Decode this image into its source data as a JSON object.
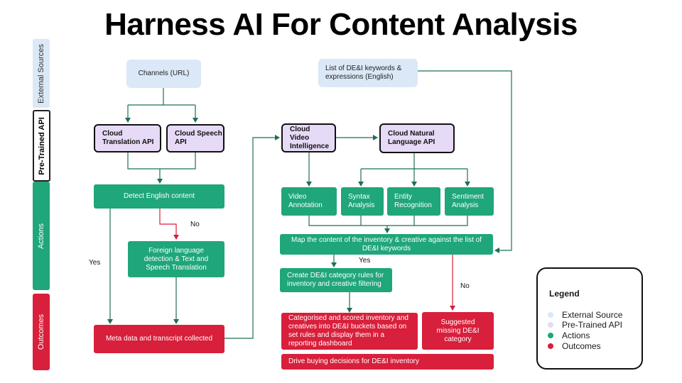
{
  "title": "Harness AI For Content Analysis",
  "lanes": {
    "external": "External Sources",
    "api": "Pre-Trained API",
    "actions": "Actions",
    "outcomes": "Outcomes"
  },
  "nodes": {
    "channels": "Channels (URL)",
    "keywords": "List of DE&I keywords & expressions (English)",
    "translation_api": "Cloud Translation API",
    "speech_api": "Cloud Speech API",
    "video_intelligence": "Cloud Video Intelligence",
    "natural_language_api": "Cloud Natural Language API",
    "detect_english": "Detect English content",
    "foreign_language": "Foreign language detection & Text and Speech Translation",
    "video_annotation": "Video Annotation",
    "syntax_analysis": "Syntax Analysis",
    "entity_recognition": "Entity Recognition",
    "sentiment_analysis": "Sentiment Analysis",
    "map_content": "Map the content of the inventory & creative against the list of DE&I keywords",
    "create_rules": "Create DE&I category rules for inventory and creative filtering",
    "metadata": "Meta data and transcript collected",
    "categorised": "Categorised and scored inventory and creatives into DE&I buckets based on set rules and display them in a reporting dashboard",
    "suggested": "Suggested missing DE&I category",
    "drive_buying": "Drive buying decisions for DE&I inventory"
  },
  "edge_labels": {
    "no_1": "No",
    "yes_1": "Yes",
    "yes_2": "Yes",
    "no_2": "No"
  },
  "legend": {
    "title": "Legend",
    "items": [
      {
        "label": "External Source",
        "color": "#dbe8f7"
      },
      {
        "label": "Pre-Trained API",
        "color": "#e6daf7"
      },
      {
        "label": "Actions",
        "color": "#1fa67a"
      },
      {
        "label": "Outcomes",
        "color": "#d81f3b"
      }
    ]
  },
  "colors": {
    "external": "#dbe8f7",
    "api": "#e6daf7",
    "actions": "#1fa67a",
    "outcomes": "#d81f3b",
    "connector": "#1f6e55",
    "negative_connector": "#d81f3b"
  }
}
